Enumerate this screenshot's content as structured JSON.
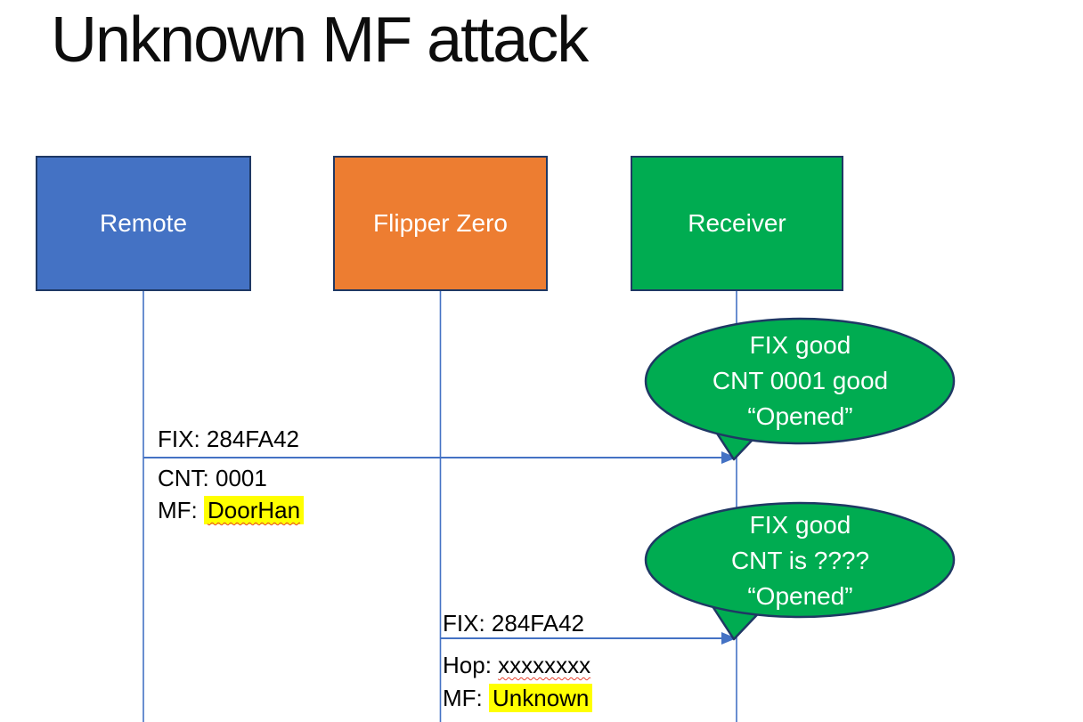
{
  "title": "Unknown MF attack",
  "actors": {
    "remote": {
      "label": "Remote",
      "fill": "#4472C4"
    },
    "flipper": {
      "label": "Flipper Zero",
      "fill": "#ED7D31"
    },
    "receiver": {
      "label": "Receiver",
      "fill": "#00AC51"
    }
  },
  "colors": {
    "actor_border": "#1F3864",
    "line_blue": "#4472C4",
    "callout_green": "#00AC51",
    "callout_border": "#1F3864",
    "highlight_yellow": "#FFFF00",
    "spellcheck_red": "#E8442F",
    "text_white": "#FFFFFF",
    "text_black": "#000000"
  },
  "message1": {
    "from": "Remote",
    "to": "Receiver",
    "line1": "FIX: 284FA42",
    "line2": "CNT: 0001",
    "line3_label": "MF: ",
    "line3_value": "DoorHan"
  },
  "message2": {
    "from": "Flipper Zero",
    "to": "Receiver",
    "line1": "FIX: 284FA42",
    "line2_label": "Hop: ",
    "line2_value": "xxxxxxxx",
    "line3_label": "MF: ",
    "line3_value": "Unknown"
  },
  "callout1": {
    "line1": "FIX good",
    "line2": "CNT 0001 good",
    "line3": "“Opened”"
  },
  "callout2": {
    "line1": "FIX good",
    "line2": "CNT is ????",
    "line3": "“Opened”"
  }
}
